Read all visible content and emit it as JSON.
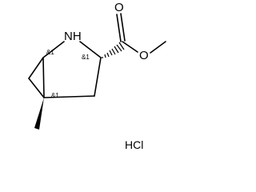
{
  "molecule": {
    "atoms": {
      "nitrogen": "NH",
      "carbonyl_oxygen": "O",
      "ester_oxygen": "O"
    },
    "stereo_labels": {
      "c1": "&1",
      "c3": "&1",
      "c5": "&1"
    },
    "salt": "HCl"
  }
}
